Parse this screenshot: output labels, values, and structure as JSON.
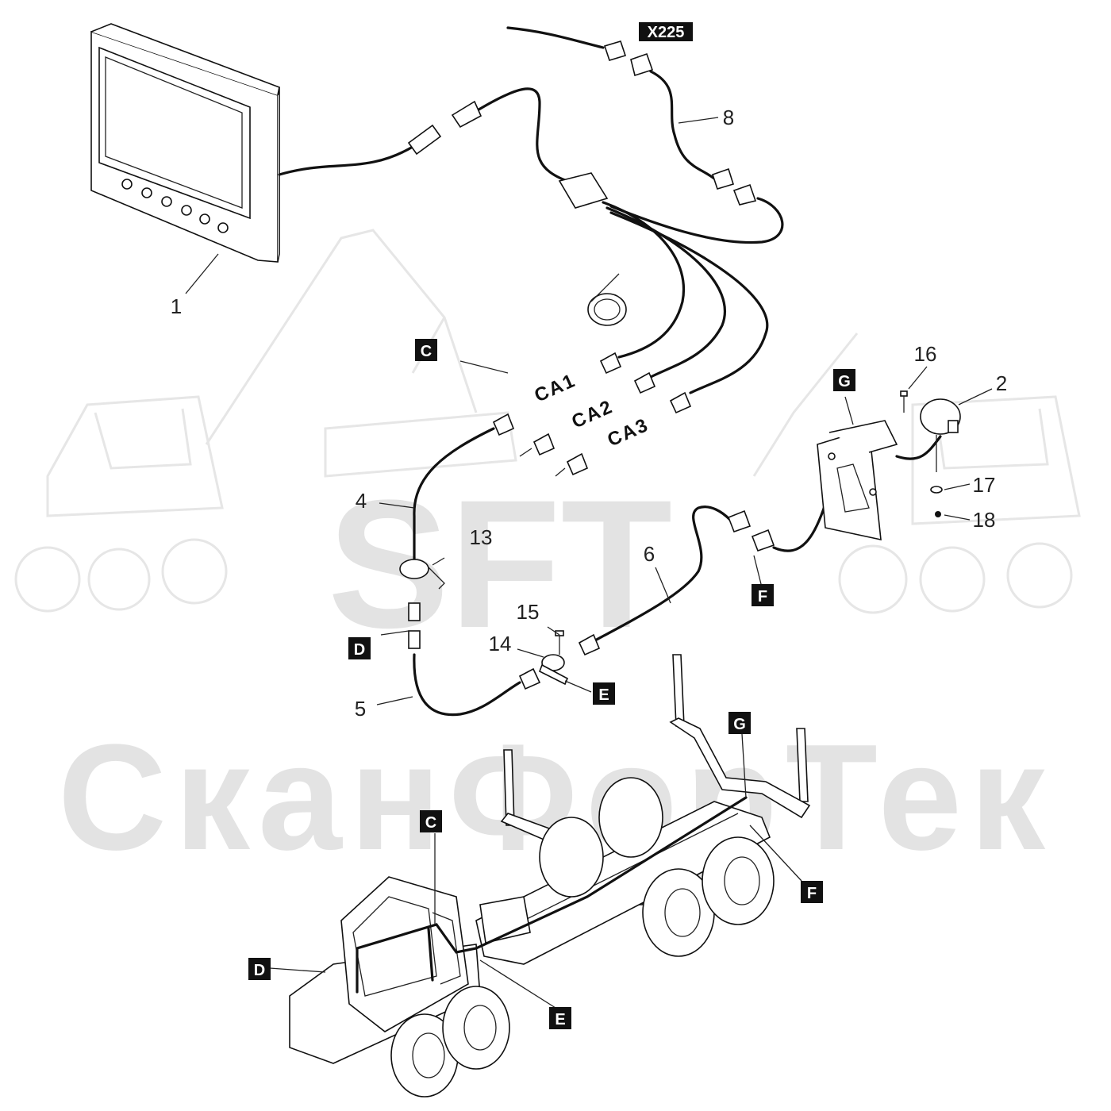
{
  "watermark": {
    "logo_text": "SFT",
    "company_text": "СканФорТек"
  },
  "connector_label": "X225",
  "part_numbers": [
    "1",
    "2",
    "4",
    "5",
    "6",
    "8",
    "13",
    "14",
    "15",
    "16",
    "17",
    "18"
  ],
  "cable_labels": [
    "CA1",
    "CA2",
    "CA3"
  ],
  "callouts": {
    "C": "C",
    "D": "D",
    "E": "E",
    "F": "F",
    "G": "G"
  },
  "colors": {
    "line": "#111111",
    "tag_bg": "#111111",
    "tag_text": "#ffffff",
    "watermark": "#e3e3e3"
  }
}
